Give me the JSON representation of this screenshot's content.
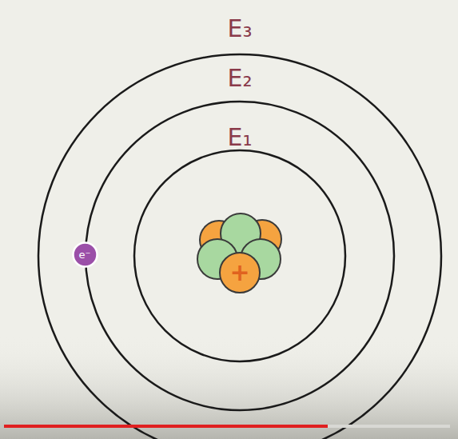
{
  "diagram": {
    "nodes": [
      {
        "text": [
          "e⁻"
        ]
      },
      {
        "text": [
          "+"
        ]
      }
    ],
    "labels": [
      "E₃",
      "E₂",
      "E₁"
    ]
  }
}
